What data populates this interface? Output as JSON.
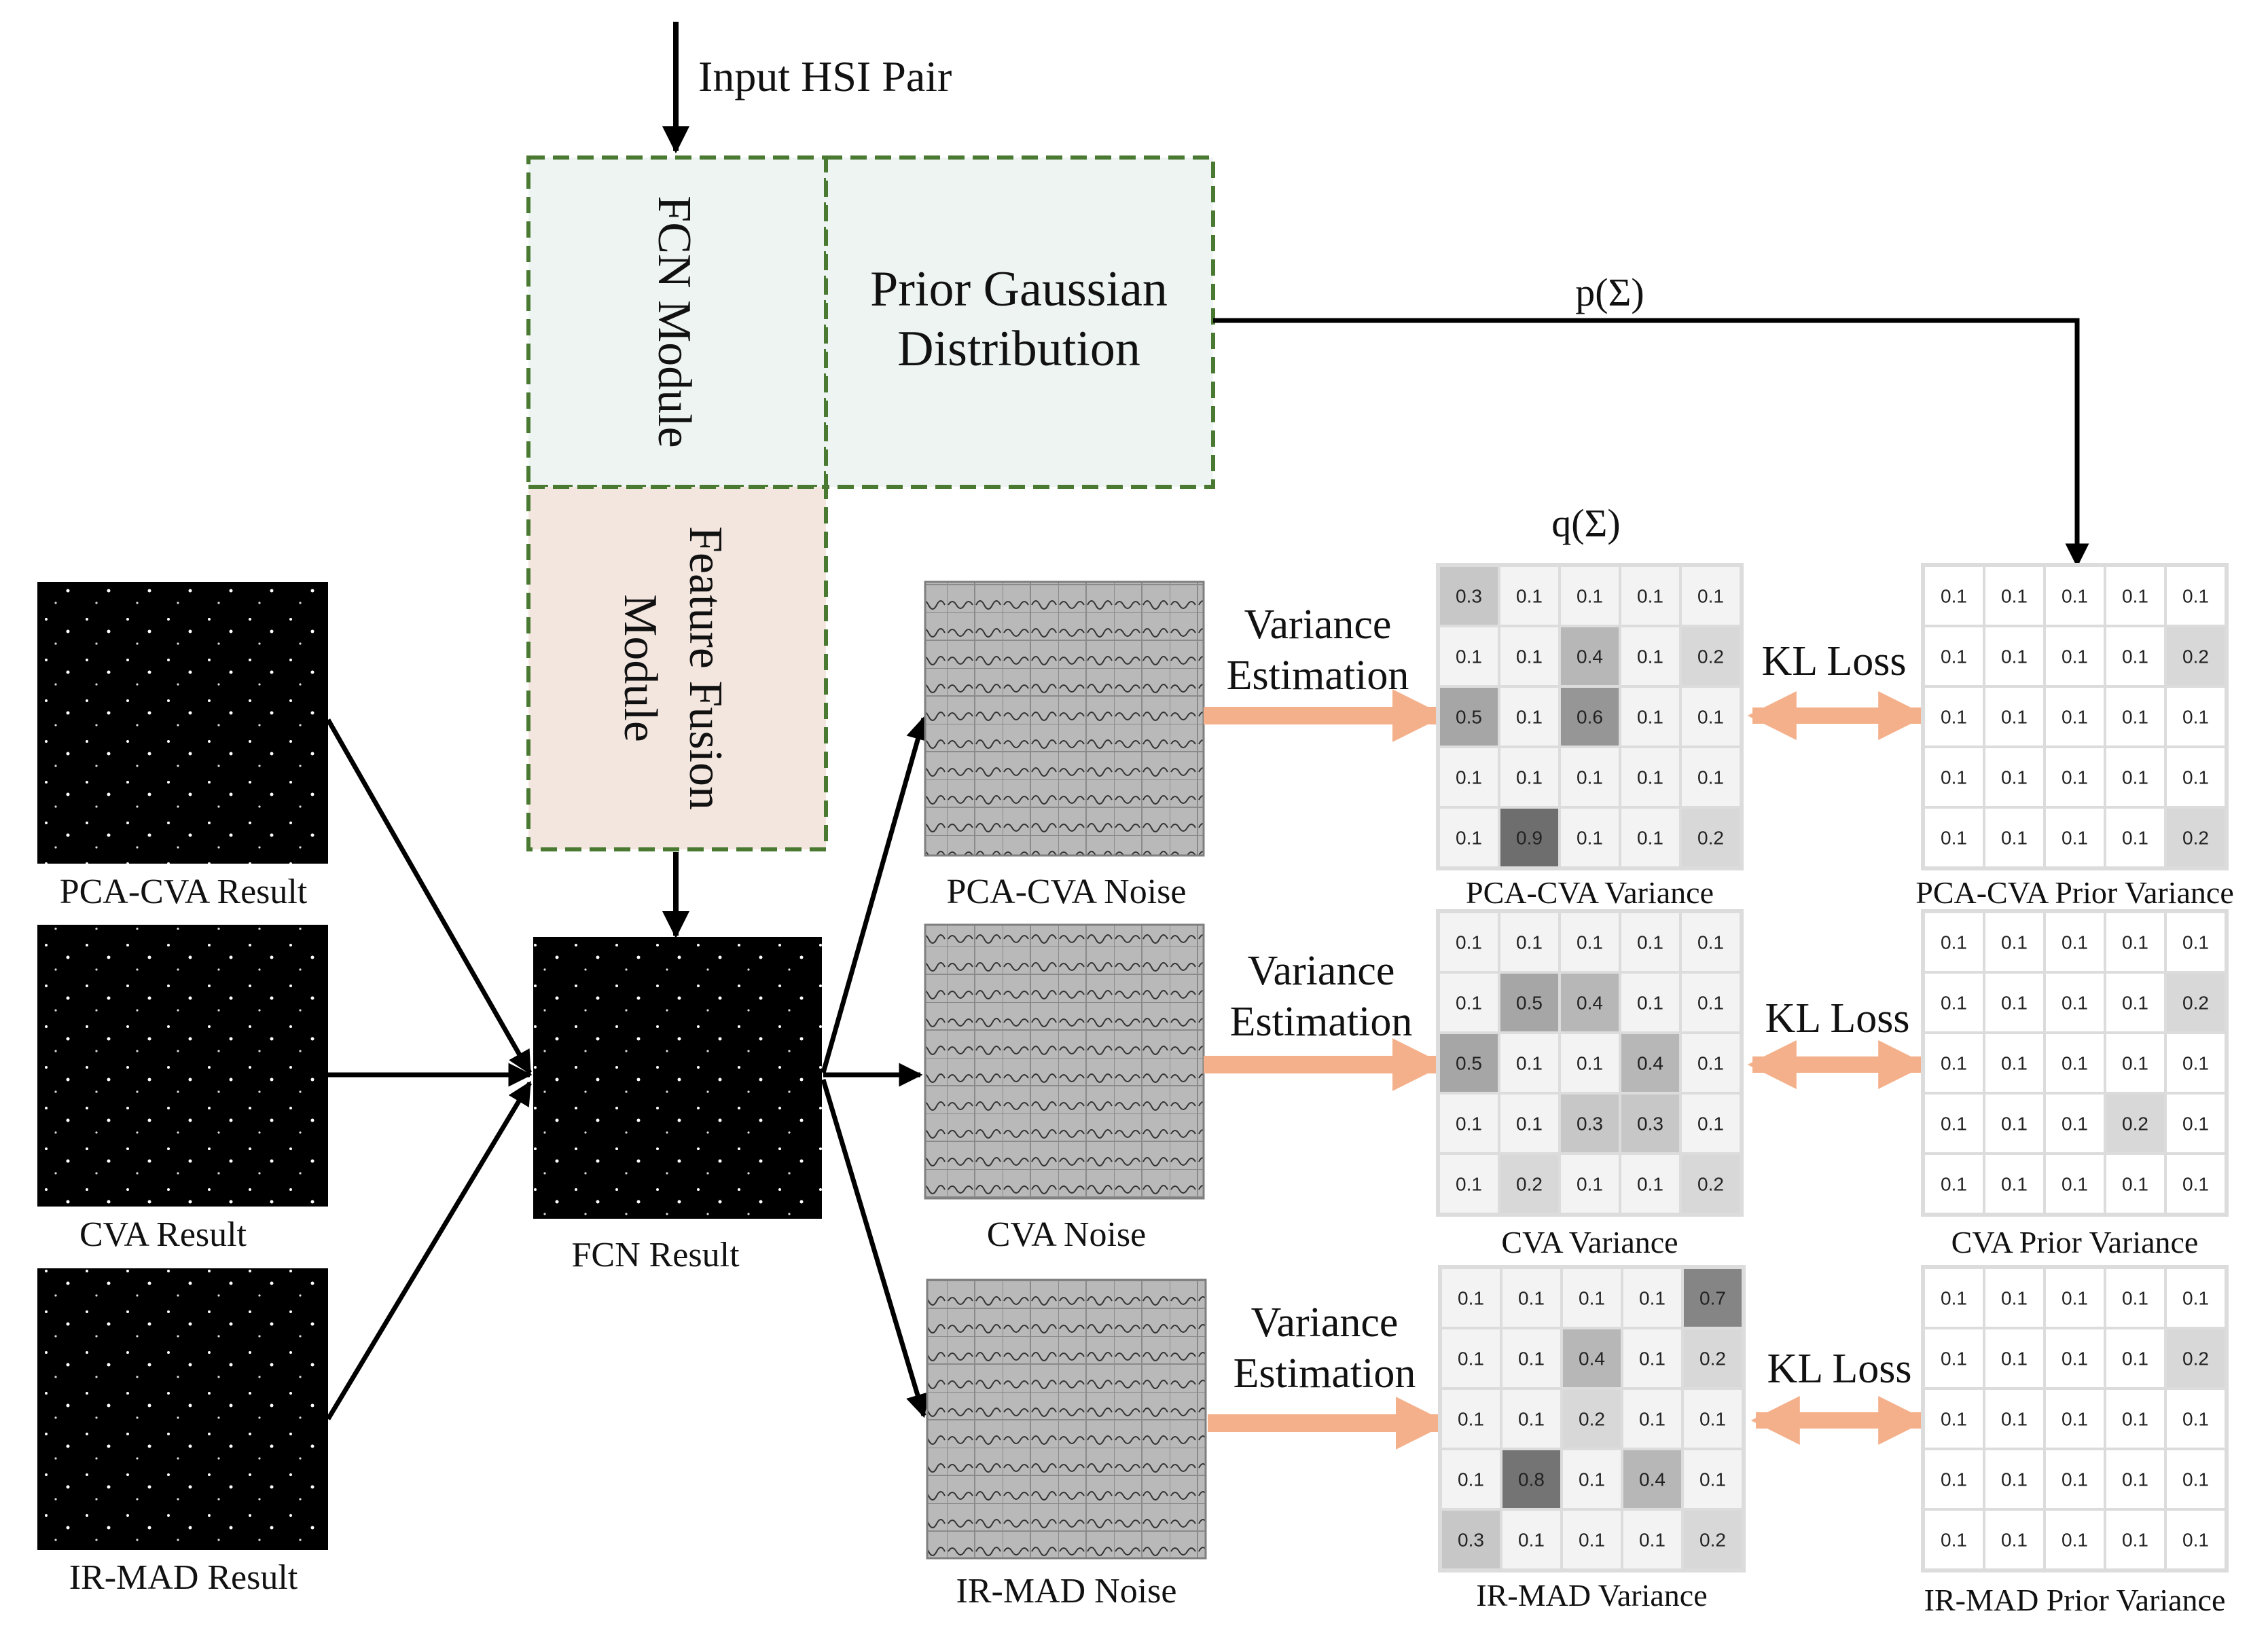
{
  "input_label": "Input HSI Pair",
  "modules": {
    "fcn": "FCN Module",
    "fusion": [
      "Feature Fusion",
      "Module"
    ],
    "prior": [
      "Prior Gaussian",
      "Distribution"
    ]
  },
  "symbols": {
    "p_sigma": "p(Σ)",
    "q_sigma": "q(Σ)"
  },
  "result_labels": [
    "PCA-CVA Result",
    "CVA Result",
    "IR-MAD Result"
  ],
  "fcn_result_label": "FCN  Result",
  "noise_labels": [
    "PCA-CVA Noise",
    "CVA Noise",
    "IR-MAD Noise"
  ],
  "variance_estimation": [
    "Variance",
    "Estimation"
  ],
  "kl_loss": "KL Loss",
  "variance_grids": [
    {
      "label": "PCA-CVA Variance",
      "values": [
        [
          "0.3",
          "0.1",
          "0.1",
          "0.1",
          "0.1"
        ],
        [
          "0.1",
          "0.1",
          "0.4",
          "0.1",
          "0.2"
        ],
        [
          "0.5",
          "0.1",
          "0.6",
          "0.1",
          "0.1"
        ],
        [
          "0.1",
          "0.1",
          "0.1",
          "0.1",
          "0.1"
        ],
        [
          "0.1",
          "0.9",
          "0.1",
          "0.1",
          "0.2"
        ]
      ]
    },
    {
      "label": "CVA Variance",
      "values": [
        [
          "0.1",
          "0.1",
          "0.1",
          "0.1",
          "0.1"
        ],
        [
          "0.1",
          "0.5",
          "0.4",
          "0.1",
          "0.1"
        ],
        [
          "0.5",
          "0.1",
          "0.1",
          "0.4",
          "0.1"
        ],
        [
          "0.1",
          "0.1",
          "0.3",
          "0.3",
          "0.1"
        ],
        [
          "0.1",
          "0.2",
          "0.1",
          "0.1",
          "0.2"
        ]
      ]
    },
    {
      "label": "IR-MAD Variance",
      "values": [
        [
          "0.1",
          "0.1",
          "0.1",
          "0.1",
          "0.7"
        ],
        [
          "0.1",
          "0.1",
          "0.4",
          "0.1",
          "0.2"
        ],
        [
          "0.1",
          "0.1",
          "0.2",
          "0.1",
          "0.1"
        ],
        [
          "0.1",
          "0.8",
          "0.1",
          "0.4",
          "0.1"
        ],
        [
          "0.3",
          "0.1",
          "0.1",
          "0.1",
          "0.2"
        ]
      ]
    }
  ],
  "prior_grids": [
    {
      "label": "PCA-CVA Prior Variance",
      "values": [
        [
          "0.1",
          "0.1",
          "0.1",
          "0.1",
          "0.1"
        ],
        [
          "0.1",
          "0.1",
          "0.1",
          "0.1",
          "0.2"
        ],
        [
          "0.1",
          "0.1",
          "0.1",
          "0.1",
          "0.1"
        ],
        [
          "0.1",
          "0.1",
          "0.1",
          "0.1",
          "0.1"
        ],
        [
          "0.1",
          "0.1",
          "0.1",
          "0.1",
          "0.2"
        ]
      ]
    },
    {
      "label": "CVA Prior Variance",
      "values": [
        [
          "0.1",
          "0.1",
          "0.1",
          "0.1",
          "0.1"
        ],
        [
          "0.1",
          "0.1",
          "0.1",
          "0.1",
          "0.2"
        ],
        [
          "0.1",
          "0.1",
          "0.1",
          "0.1",
          "0.1"
        ],
        [
          "0.1",
          "0.1",
          "0.1",
          "0.2",
          "0.1"
        ],
        [
          "0.1",
          "0.1",
          "0.1",
          "0.1",
          "0.1"
        ]
      ]
    },
    {
      "label": "IR-MAD Prior Variance",
      "values": [
        [
          "0.1",
          "0.1",
          "0.1",
          "0.1",
          "0.1"
        ],
        [
          "0.1",
          "0.1",
          "0.1",
          "0.1",
          "0.2"
        ],
        [
          "0.1",
          "0.1",
          "0.1",
          "0.1",
          "0.1"
        ],
        [
          "0.1",
          "0.1",
          "0.1",
          "0.1",
          "0.1"
        ],
        [
          "0.1",
          "0.1",
          "0.1",
          "0.1",
          "0.1"
        ]
      ]
    }
  ],
  "colors": {
    "dashed_border": "#4a7a32",
    "fcn_fill": "#eef4f2",
    "fusion_fill": "#f3e6df",
    "orange_arrow": "#f4b08a",
    "noise_bg": "#b9b9b9",
    "arrow": "#000000"
  }
}
